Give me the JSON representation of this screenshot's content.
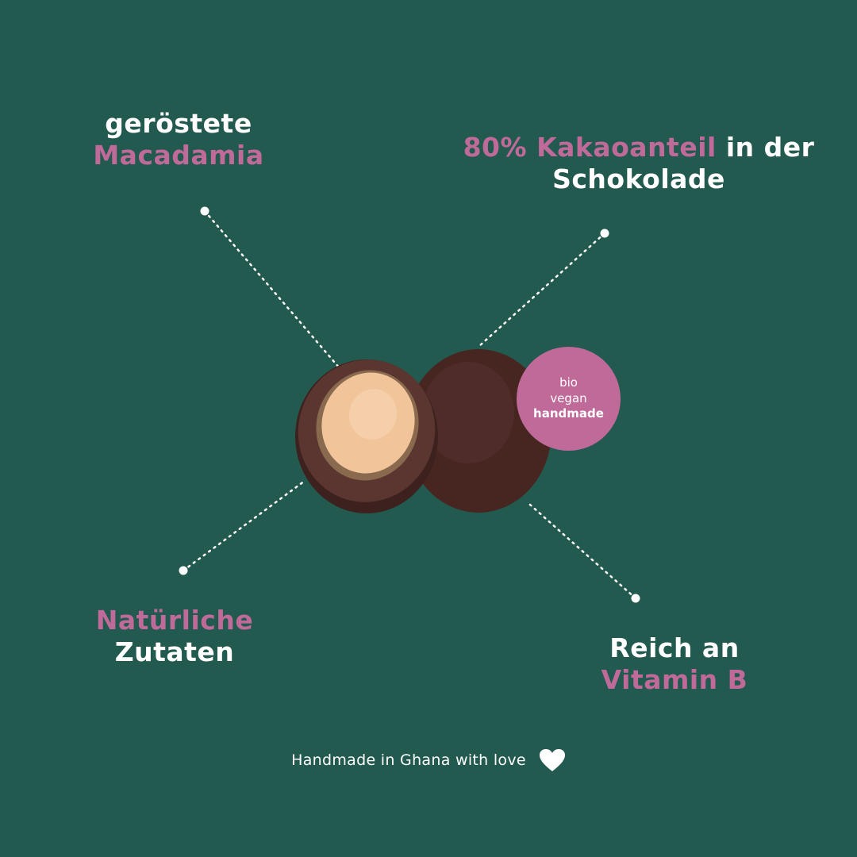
{
  "features": {
    "top_left": {
      "line1": "geröstete",
      "line2": "Macadamia"
    },
    "top_right": {
      "highlight": "80% Kakaoanteil",
      "rest": " in der",
      "line2": "Schokolade"
    },
    "bottom_left": {
      "line1": "Natürliche",
      "line2": "Zutaten"
    },
    "bottom_right": {
      "line1": "Reich an",
      "line2": "Vitamin B"
    }
  },
  "badge": {
    "line1": "bio",
    "line2": "vegan",
    "line3": "handmade"
  },
  "footer": {
    "text": "Handmade in Ghana with love",
    "icon": "heart-icon"
  },
  "colors": {
    "background": "#235a50",
    "accent_pink": "#c06a9a",
    "text_white": "#ffffff",
    "chocolate": "#4a2a26",
    "nut": "#f2c49a"
  }
}
